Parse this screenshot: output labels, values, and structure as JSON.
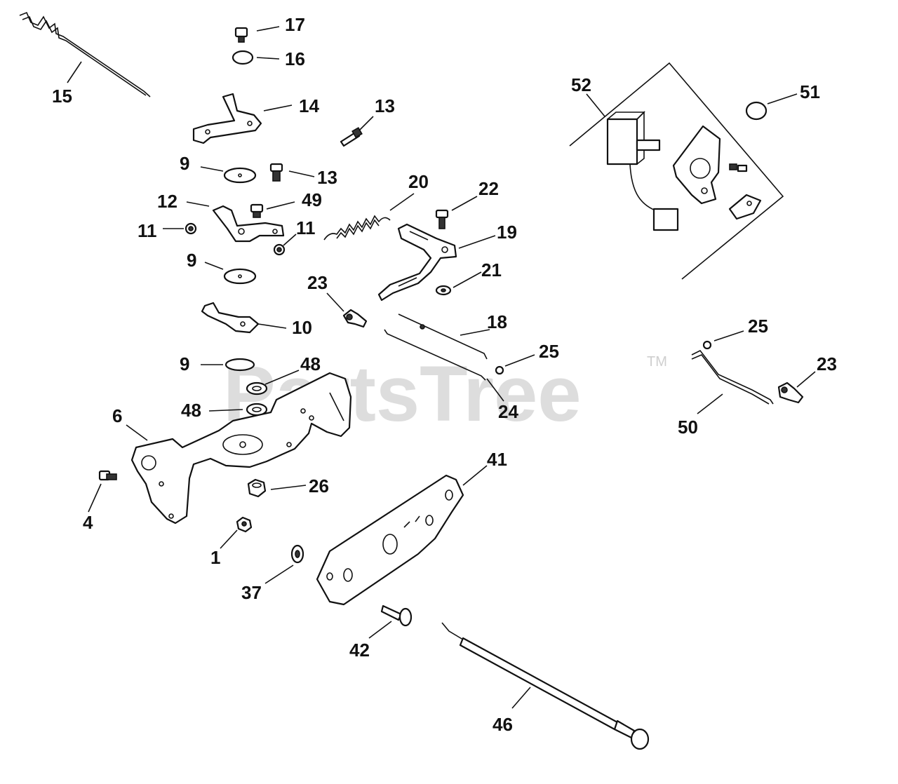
{
  "watermark": {
    "text": "PartsTree",
    "tm": "TM"
  },
  "callouts": {
    "c17": "17",
    "c16": "16",
    "c15": "15",
    "c14": "14",
    "c13a": "13",
    "c13b": "13",
    "c9a": "9",
    "c9b": "9",
    "c9c": "9",
    "c12": "12",
    "c49": "49",
    "c11a": "11",
    "c11b": "11",
    "c10": "10",
    "c48a": "48",
    "c48b": "48",
    "c6": "6",
    "c4": "4",
    "c26": "26",
    "c1": "1",
    "c37": "37",
    "c20": "20",
    "c22": "22",
    "c19": "19",
    "c21": "21",
    "c23a": "23",
    "c18": "18",
    "c25a": "25",
    "c24": "24",
    "c41": "41",
    "c42": "42",
    "c46": "46",
    "c52": "52",
    "c51": "51",
    "c25b": "25",
    "c23b": "23",
    "c50": "50"
  }
}
